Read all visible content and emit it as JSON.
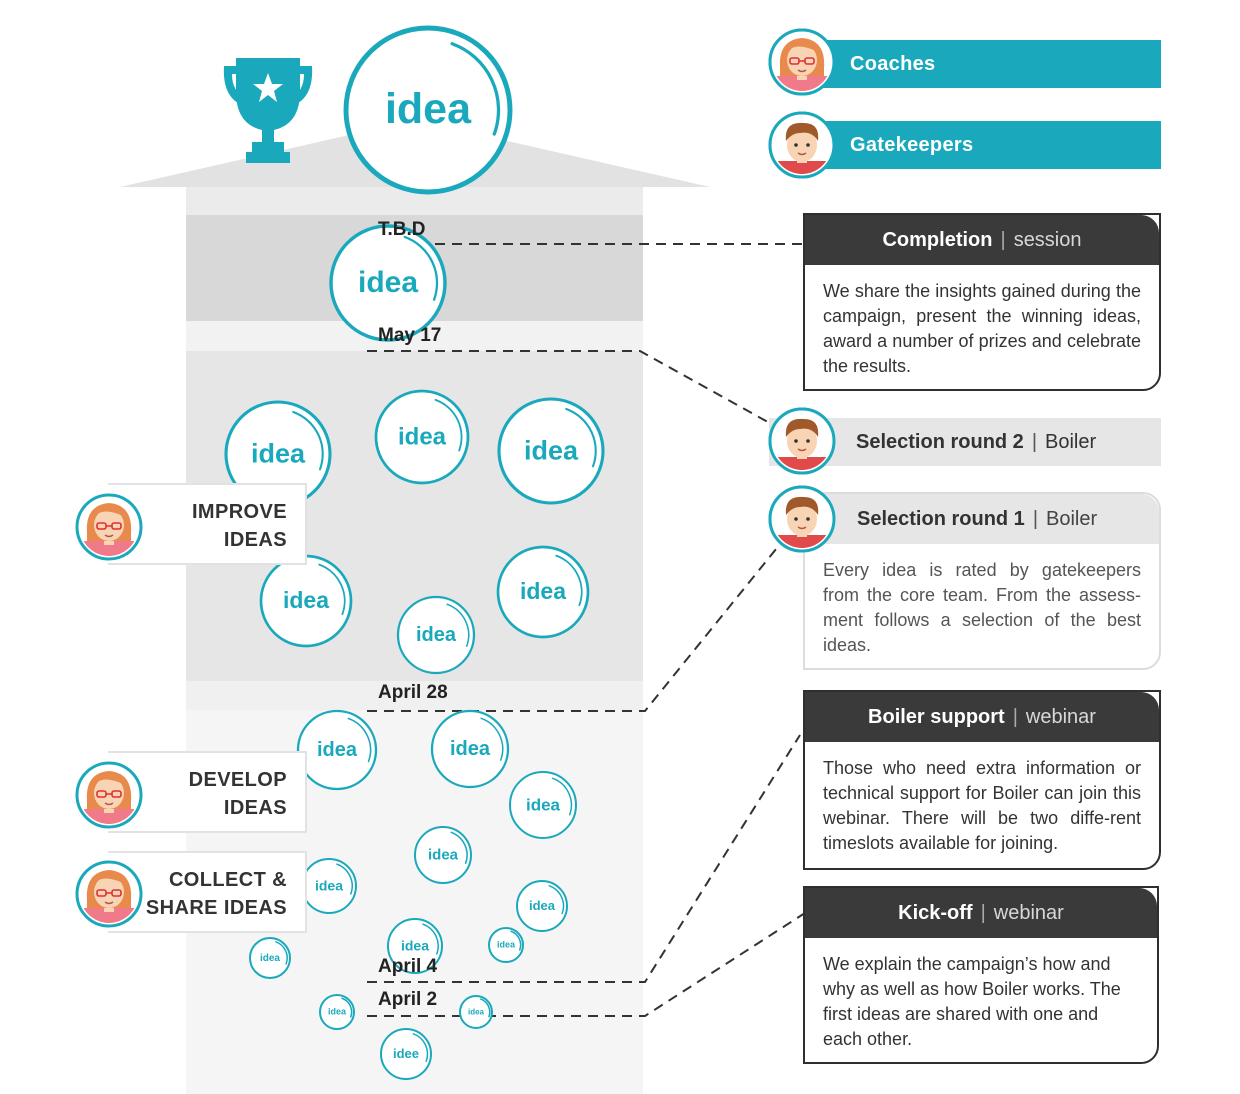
{
  "legend": {
    "coaches": "Coaches",
    "gatekeepers": "Gatekeepers"
  },
  "timeline": {
    "tbd": "T.B.D",
    "may17": "May 17",
    "april28": "April 28",
    "april4": "April 4",
    "april2": "April 2"
  },
  "phases": {
    "improve": [
      "IMPROVE",
      "IDEAS"
    ],
    "develop": [
      "DEVELOP",
      "IDEAS"
    ],
    "collect": [
      "COLLECT &",
      "SHARE IDEAS"
    ]
  },
  "cards": {
    "completion": {
      "title": "Completion",
      "type": "session",
      "text": "We share the insights gained during the campaign, present the winning ideas, award a number of prizes and celebrate the results."
    },
    "selection2": {
      "title": "Selection round 2",
      "type": "Boiler"
    },
    "selection1": {
      "title": "Selection round 1",
      "type": "Boiler",
      "text": "Every idea is rated by gatekeepers from the core team. From the assess-ment follows a selection of the best ideas."
    },
    "boiler_support": {
      "title": "Boiler support",
      "type": "webinar",
      "text": "Those who need extra information or technical support for Boiler can join this webinar. There will be two diffe-rent timeslots available for joining."
    },
    "kickoff": {
      "title": "Kick-off",
      "type": "webinar",
      "text": "We explain the campaign’s how and why as well as how Boiler works. The first ideas are shared with one and each other."
    }
  },
  "bubble_labels": {
    "idea": "idea",
    "idee": "idee"
  },
  "colors": {
    "teal": "#1aa9bc",
    "dark": "#3a3a3a",
    "light_grey": "#e6e6e6"
  },
  "icons": [
    "trophy-icon",
    "coach-avatar-icon",
    "gatekeeper-avatar-icon"
  ]
}
